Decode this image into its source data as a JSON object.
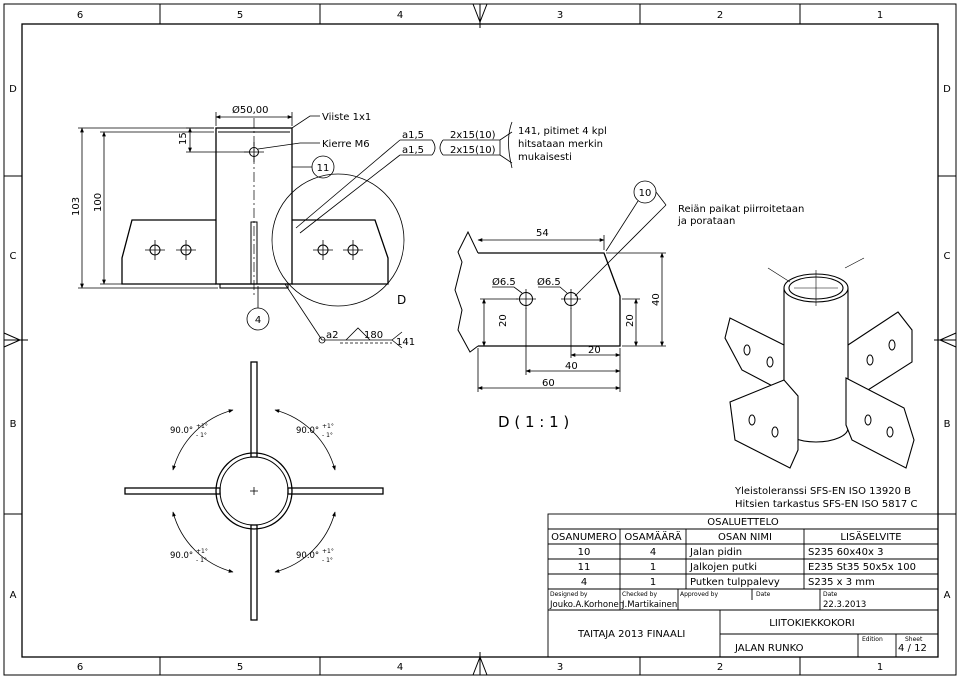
{
  "border": {
    "cols_top": [
      "6",
      "5",
      "4",
      "3",
      "2",
      "1"
    ],
    "cols_bottom": [
      "6",
      "5",
      "4",
      "3",
      "2",
      "1"
    ],
    "rows_left": [
      "D",
      "C",
      "B",
      "A"
    ],
    "rows_right": [
      "D",
      "C",
      "B",
      "A"
    ]
  },
  "front_view": {
    "dim_diameter": "Ø50,00",
    "note_chamfer": "Viiste 1x1",
    "note_thread": "Kierre M6",
    "dim_15": "15",
    "dim_103": "103",
    "dim_100": "100",
    "balloon_11": "11",
    "balloon_4": "4",
    "detail_label": "D",
    "weld_symbol": {
      "a_value": "a2",
      "angle": "180",
      "process": "141"
    }
  },
  "weld_note": {
    "row1_a": "a1,5",
    "row2_a": "a1,5",
    "row1_len": "2x15(10)",
    "row2_len": "2x15(10)",
    "text_line1": "141,  pitimet 4 kpl",
    "text_line2": "hitsataan merkin",
    "text_line3": "mukaisesti"
  },
  "detail_view": {
    "balloon_10": "10",
    "note_line1": "Reiän paikat piirroitetaan",
    "note_line2": "ja porataan",
    "dim_54": "54",
    "dim_hole1": "Ø6.5",
    "dim_hole2": "Ø6.5",
    "dim_40_vertical": "40",
    "dim_20_vertical_right": "20",
    "dim_20_vertical_left": "20",
    "dim_20_horizontal": "20",
    "dim_40_horizontal": "40",
    "dim_60": "60",
    "scale_label": "D ( 1 : 1 )"
  },
  "top_view": {
    "angles": [
      {
        "value": "90.0°",
        "plus": "+1°",
        "minus": "- 1°"
      },
      {
        "value": "90.0°",
        "plus": "+1°",
        "minus": "- 1°"
      },
      {
        "value": "90.0°",
        "plus": "+1°",
        "minus": "- 1°"
      },
      {
        "value": "90.0°",
        "plus": "+1°",
        "minus": "- 1°"
      }
    ]
  },
  "notes": {
    "tolerance": "Yleistoleranssi SFS-EN ISO 13920 B",
    "inspection": "Hitsien tarkastus SFS-EN ISO 5817 C"
  },
  "parts_list": {
    "title": "OSALUETTELO",
    "headers": [
      "OSANUMERO",
      "OSAMÄÄRÄ",
      "OSAN NIMI",
      "LISÄSELVITE"
    ],
    "rows": [
      [
        "10",
        "4",
        "Jalan pidin",
        "S235 60x40x 3"
      ],
      [
        "11",
        "1",
        "Jalkojen putki",
        "E235 St35 50x5x 100"
      ],
      [
        "4",
        "1",
        "Putken tulppalevy",
        "S235 x  3 mm"
      ]
    ]
  },
  "title_block": {
    "designed_by_label": "Designed by",
    "checked_by_label": "Checked by",
    "approved_by_label": "Approved by",
    "date_label_1": "Date",
    "date_label_2": "Date",
    "designer": "Jouko.A.Korhonen",
    "checker": "J.Martikainen",
    "date": "22.3.2013",
    "project": "TAITAJA 2013 FINAALI",
    "title": "LIITOKIEKKOKORI",
    "subtitle": "JALAN RUNKO",
    "edition_label": "Edition",
    "sheet_label": "Sheet",
    "sheet_value": "4 / 12"
  }
}
